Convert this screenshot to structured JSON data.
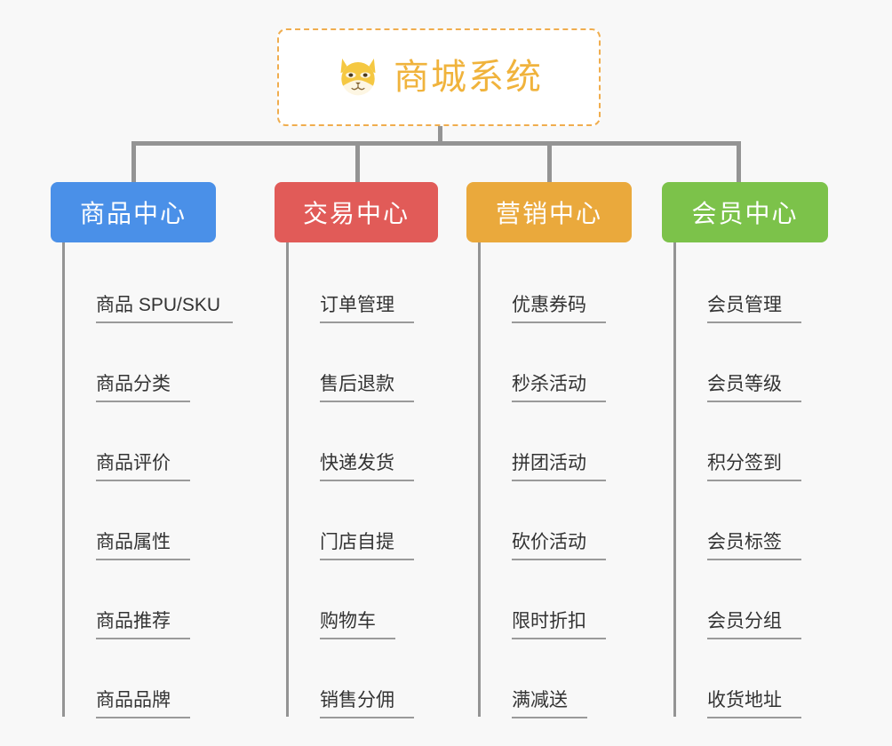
{
  "background_color": "#f8f8f8",
  "root": {
    "title": "商城系统",
    "icon": "shiba-dog-icon",
    "text_color": "#f0b33c",
    "border_color": "#f0ad4e"
  },
  "branches": [
    {
      "label": "商品中心",
      "color": "#4a90e8",
      "items": [
        "商品 SPU/SKU",
        "商品分类",
        "商品评价",
        "商品属性",
        "商品推荐",
        "商品品牌"
      ]
    },
    {
      "label": "交易中心",
      "color": "#e15b58",
      "items": [
        "订单管理",
        "售后退款",
        "快递发货",
        "门店自提",
        "购物车",
        "销售分佣"
      ]
    },
    {
      "label": "营销中心",
      "color": "#eaa93c",
      "items": [
        "优惠券码",
        "秒杀活动",
        "拼团活动",
        "砍价活动",
        "限时折扣",
        "满减送"
      ]
    },
    {
      "label": "会员中心",
      "color": "#7cc24a",
      "items": [
        "会员管理",
        "会员等级",
        "积分签到",
        "会员标签",
        "会员分组",
        "收货地址"
      ]
    }
  ],
  "connector_color": "#949494"
}
